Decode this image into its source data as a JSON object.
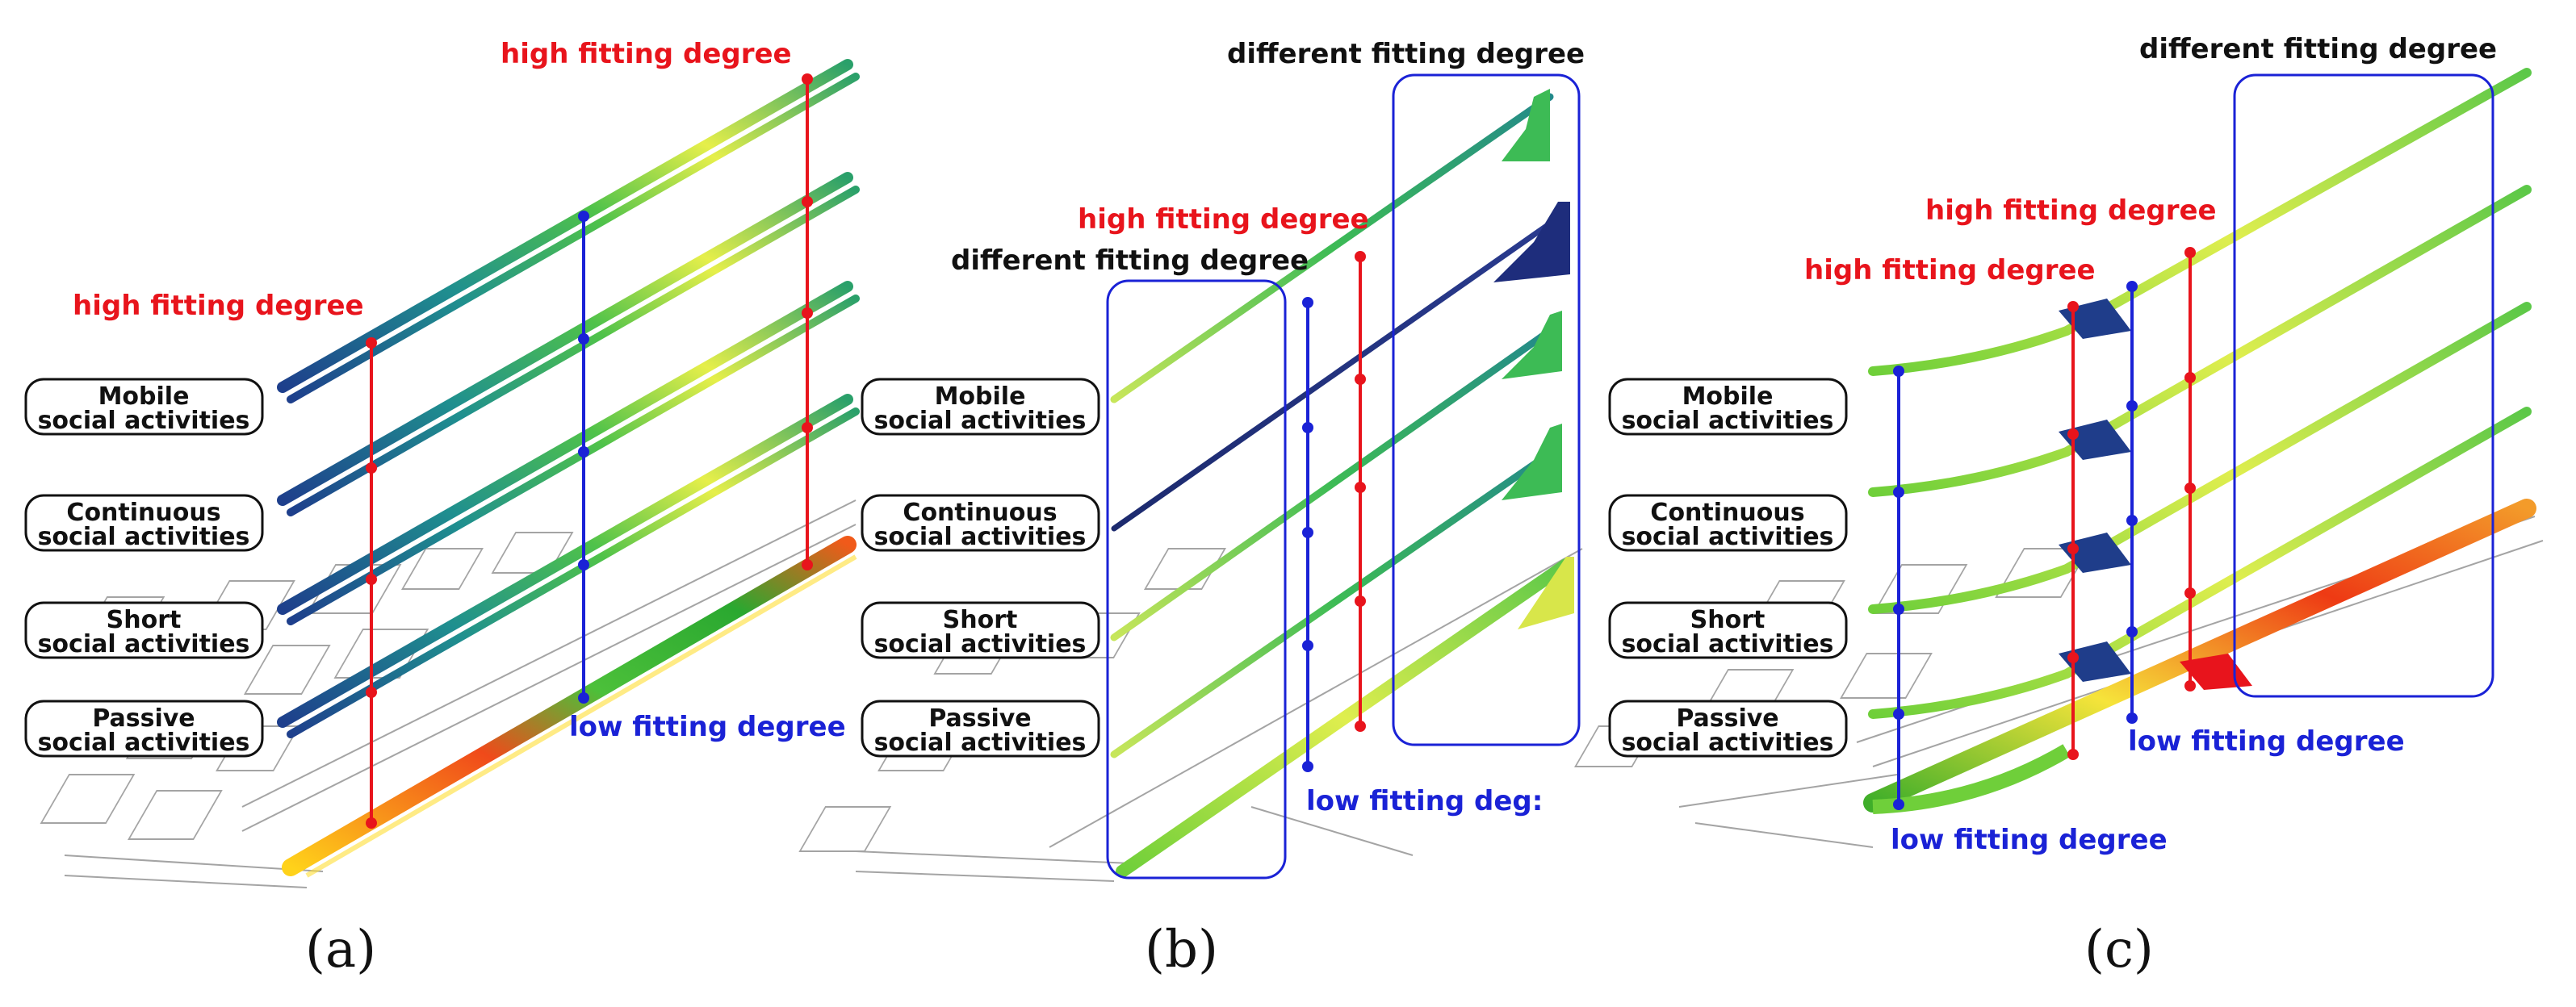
{
  "panels": [
    {
      "id": "a",
      "caption": "(a)",
      "layer_labels": [
        {
          "line1": "Mobile",
          "line2": "social activities"
        },
        {
          "line1": "Continuous",
          "line2": "social activities"
        },
        {
          "line1": "Short",
          "line2": "social activities"
        },
        {
          "line1": "Passive",
          "line2": "social activities"
        }
      ],
      "annotations": [
        {
          "text": "high fitting degree",
          "color": "#e8141c"
        },
        {
          "text": "high fitting degree",
          "color": "#e8141c"
        },
        {
          "text": "low fitting degree",
          "color": "#1a22d6"
        }
      ]
    },
    {
      "id": "b",
      "caption": "(b)",
      "layer_labels": [
        {
          "line1": "Mobile",
          "line2": "social activities"
        },
        {
          "line1": "Continuous",
          "line2": "social activities"
        },
        {
          "line1": "Short",
          "line2": "social activities"
        },
        {
          "line1": "Passive",
          "line2": "social activities"
        }
      ],
      "annotations": [
        {
          "text": "different fitting degree",
          "color": "#111111"
        },
        {
          "text": "high fitting degree",
          "color": "#e8141c"
        },
        {
          "text": "different fitting degree",
          "color": "#111111"
        },
        {
          "text": "low fitting deg:",
          "color": "#1a22d6"
        }
      ]
    },
    {
      "id": "c",
      "caption": "(c)",
      "layer_labels": [
        {
          "line1": "Mobile",
          "line2": "social activities"
        },
        {
          "line1": "Continuous",
          "line2": "social activities"
        },
        {
          "line1": "Short",
          "line2": "social activities"
        },
        {
          "line1": "Passive",
          "line2": "social activities"
        }
      ],
      "annotations": [
        {
          "text": "different fitting degree",
          "color": "#111111"
        },
        {
          "text": "high fitting degree",
          "color": "#e8141c"
        },
        {
          "text": "high fitting degree",
          "color": "#e8141c"
        },
        {
          "text": "low fitting degree",
          "color": "#1a22d6"
        },
        {
          "text": "low fitting degree",
          "color": "#1a22d6"
        }
      ]
    }
  ],
  "colors": {
    "high": "#e8141c",
    "low": "#1a22d6",
    "box": "#1a22d6",
    "street_lines": "#9a9a9a"
  }
}
